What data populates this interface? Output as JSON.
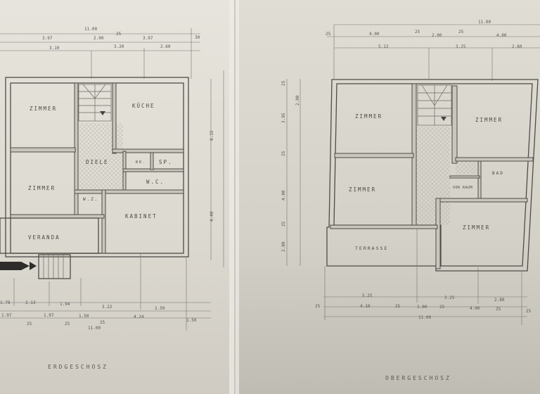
{
  "sheet_left": {
    "title": "ERDGESCHOSZ",
    "rooms": [
      "ZIMMER",
      "KÜCHE",
      "DIELE",
      "BR.",
      "SP.",
      "W.C.",
      "ZIMMER",
      "W.Z.",
      "KABINET",
      "VERANDA"
    ],
    "dims_top": [
      "11.00",
      "3.97",
      "2.00",
      "25",
      "3.97",
      "3.10",
      "3.20",
      "2.60",
      "30"
    ],
    "dims_right": [
      "6.15",
      "4.40"
    ],
    "dims_bottom": [
      "1.78",
      "2.13",
      "1.94",
      "3.22",
      "2.50",
      "1.97",
      "1.97",
      "1.50",
      "4.24",
      "25",
      "25",
      "25",
      "11.00",
      "1.50"
    ]
  },
  "sheet_right": {
    "title": "OBERGESCHOSZ",
    "rooms": [
      "ZIMMER",
      "ZIMMER",
      "ZIMMER",
      "BAD",
      "VOR RAUM",
      "ZIMMER",
      "TERRASSE"
    ],
    "dims_top": [
      "11.00",
      "25",
      "4.00",
      "25",
      "2.00",
      "25",
      "4.00",
      "5.12",
      "3.25",
      "2.60"
    ],
    "dims_left": [
      "25",
      "2.00",
      "3.95",
      "25",
      "4.00",
      "25",
      "2.00"
    ],
    "dims_bottom": [
      "5.25",
      "25",
      "4.10",
      "25",
      "1.00",
      "25",
      "4.00",
      "3.25",
      "2.80",
      "25",
      "11.00",
      "25"
    ]
  },
  "colors": {
    "paper": "#e2dfd6",
    "ink": "#4e4c48"
  }
}
